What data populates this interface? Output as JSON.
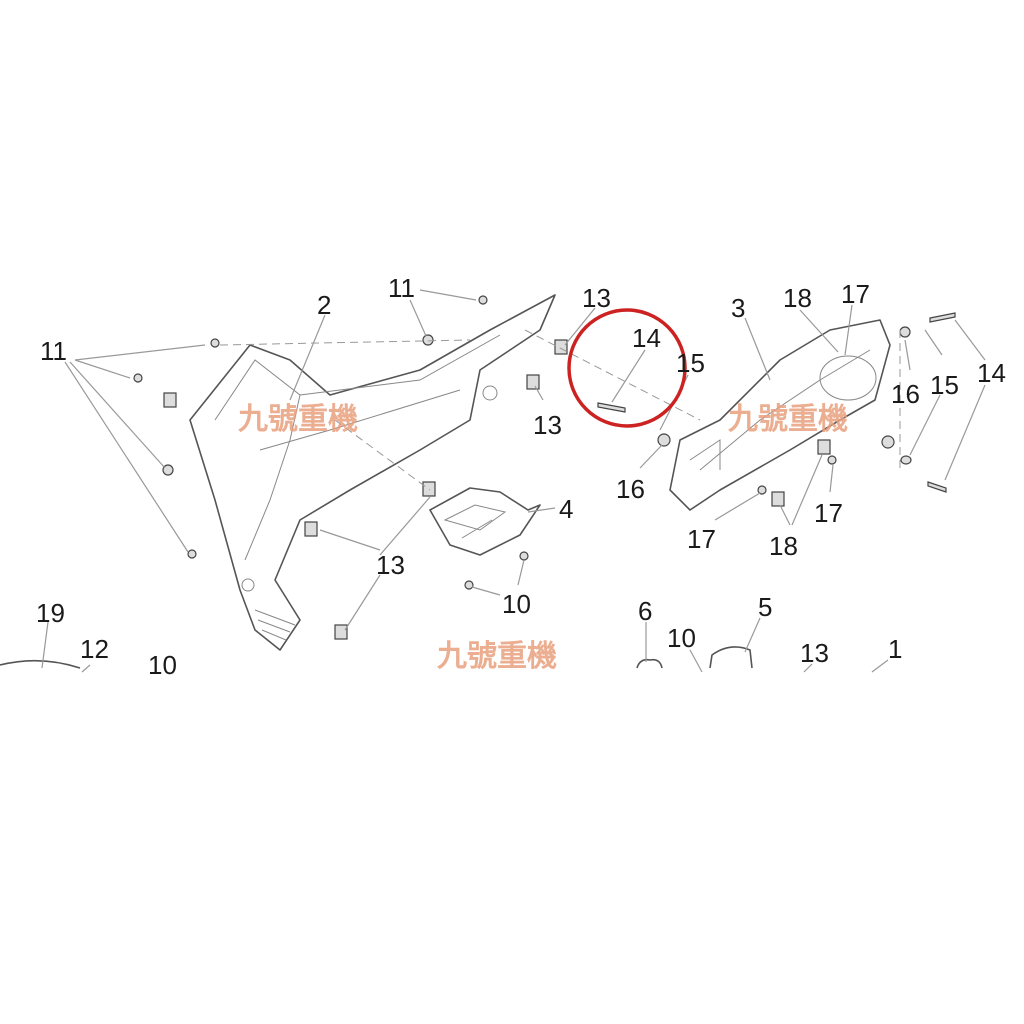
{
  "diagram": {
    "callouts": [
      {
        "id": "c11a",
        "text": "11"
      },
      {
        "id": "c11b",
        "text": "11"
      },
      {
        "id": "c2",
        "text": "2"
      },
      {
        "id": "c13a",
        "text": "13"
      },
      {
        "id": "c14a",
        "text": "14"
      },
      {
        "id": "c15a",
        "text": "15"
      },
      {
        "id": "c3",
        "text": "3"
      },
      {
        "id": "c18a",
        "text": "18"
      },
      {
        "id": "c17a",
        "text": "17"
      },
      {
        "id": "c16a",
        "text": "16"
      },
      {
        "id": "c15b",
        "text": "15"
      },
      {
        "id": "c14b",
        "text": "14"
      },
      {
        "id": "c13b",
        "text": "13"
      },
      {
        "id": "c16b",
        "text": "16"
      },
      {
        "id": "c17b",
        "text": "17"
      },
      {
        "id": "c18b",
        "text": "18"
      },
      {
        "id": "c17c",
        "text": "17"
      },
      {
        "id": "c4",
        "text": "4"
      },
      {
        "id": "c13c",
        "text": "13"
      },
      {
        "id": "c10a",
        "text": "10"
      },
      {
        "id": "c19",
        "text": "19"
      },
      {
        "id": "c12",
        "text": "12"
      },
      {
        "id": "c10b",
        "text": "10"
      },
      {
        "id": "c6",
        "text": "6"
      },
      {
        "id": "c10c",
        "text": "10"
      },
      {
        "id": "c5",
        "text": "5"
      },
      {
        "id": "c13d",
        "text": "13"
      },
      {
        "id": "c1",
        "text": "1"
      }
    ],
    "highlight": {
      "target": "14",
      "color": "#cc2222"
    },
    "watermark": "九號重機",
    "watermark_color": "#e9a07e"
  }
}
